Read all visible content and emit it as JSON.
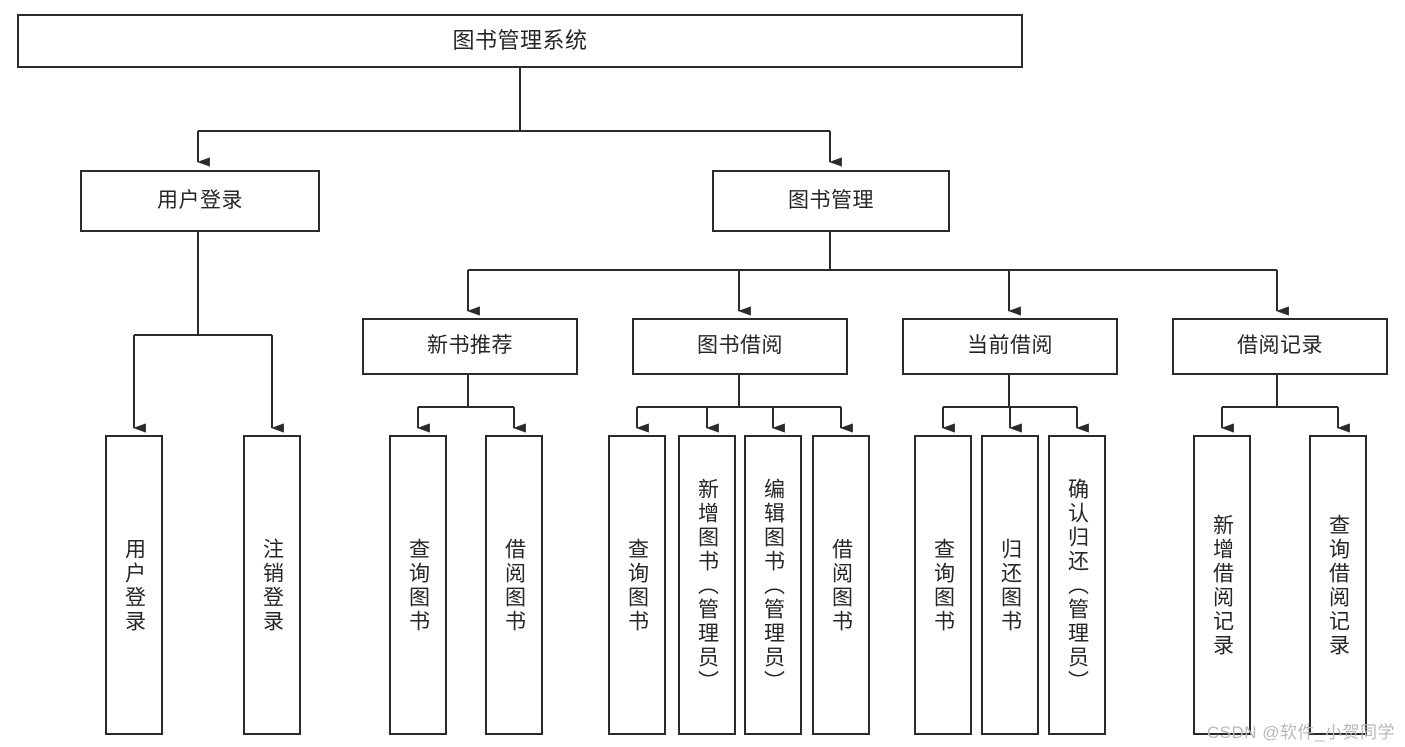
{
  "diagram": {
    "title": "图书管理系统",
    "type": "tree-hierarchy",
    "watermark": "CSDN @软件_小贺同学",
    "colors": {
      "border": "#2b2b2b",
      "fill": "#ffffff",
      "text": "#262626",
      "connector": "#2b2b2b",
      "watermark": "#b9b9b9"
    },
    "root": {
      "label": "图书管理系统"
    },
    "level2": [
      {
        "label": "用户登录"
      },
      {
        "label": "图书管理"
      }
    ],
    "level3": [
      {
        "label": "新书推荐"
      },
      {
        "label": "图书借阅"
      },
      {
        "label": "当前借阅"
      },
      {
        "label": "借阅记录"
      }
    ],
    "leaves": [
      {
        "label": "用户登录",
        "parent": "用户登录"
      },
      {
        "label": "注销登录",
        "parent": "用户登录"
      },
      {
        "label": "查询图书",
        "parent": "新书推荐"
      },
      {
        "label": "借阅图书",
        "parent": "新书推荐"
      },
      {
        "label": "查询图书",
        "parent": "图书借阅"
      },
      {
        "label": "新增图书（管理员）",
        "parent": "图书借阅"
      },
      {
        "label": "编辑图书（管理员）",
        "parent": "图书借阅"
      },
      {
        "label": "借阅图书",
        "parent": "图书借阅"
      },
      {
        "label": "查询图书",
        "parent": "当前借阅"
      },
      {
        "label": "归还图书",
        "parent": "当前借阅"
      },
      {
        "label": "确认归还（管理员）",
        "parent": "当前借阅"
      },
      {
        "label": "新增借阅记录",
        "parent": "借阅记录"
      },
      {
        "label": "查询借阅记录",
        "parent": "借阅记录"
      }
    ]
  }
}
